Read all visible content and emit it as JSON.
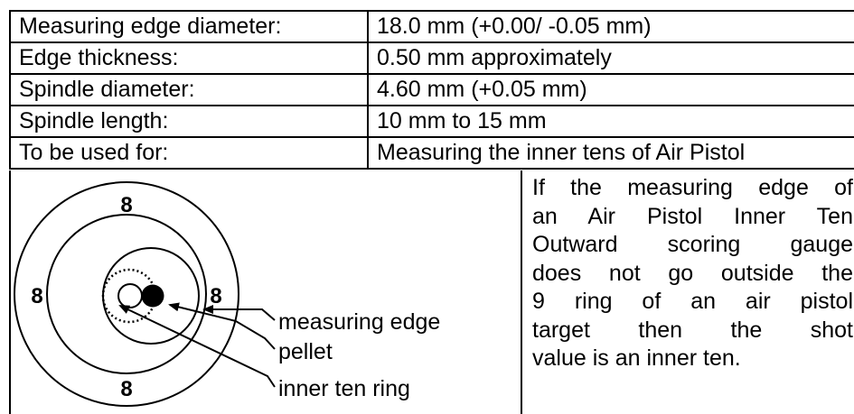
{
  "specs": [
    {
      "label": "Measuring edge diameter:",
      "value": "18.0 mm (+0.00/ -0.05 mm)"
    },
    {
      "label": "Edge thickness:",
      "value": "0.50 mm approximately"
    },
    {
      "label": "Spindle diameter:",
      "value": "4.60 mm (+0.05 mm)"
    },
    {
      "label": "Spindle length:",
      "value": "10 mm to 15 mm"
    },
    {
      "label": "To be used for:",
      "value": "Measuring the inner tens of Air Pistol"
    }
  ],
  "diagram": {
    "ring_labels": [
      "8",
      "8",
      "8",
      "8"
    ],
    "callouts": {
      "measuring_edge": "measuring edge",
      "pellet": "pellet",
      "inner_ten_ring": "inner ten ring"
    }
  },
  "note": {
    "lines": [
      "If the measuring edge of",
      "an Air Pistol Inner Ten",
      "Outward scoring gauge",
      "does not go outside the",
      "9 ring of an air pistol",
      "target then the shot",
      "value is an inner ten."
    ]
  }
}
